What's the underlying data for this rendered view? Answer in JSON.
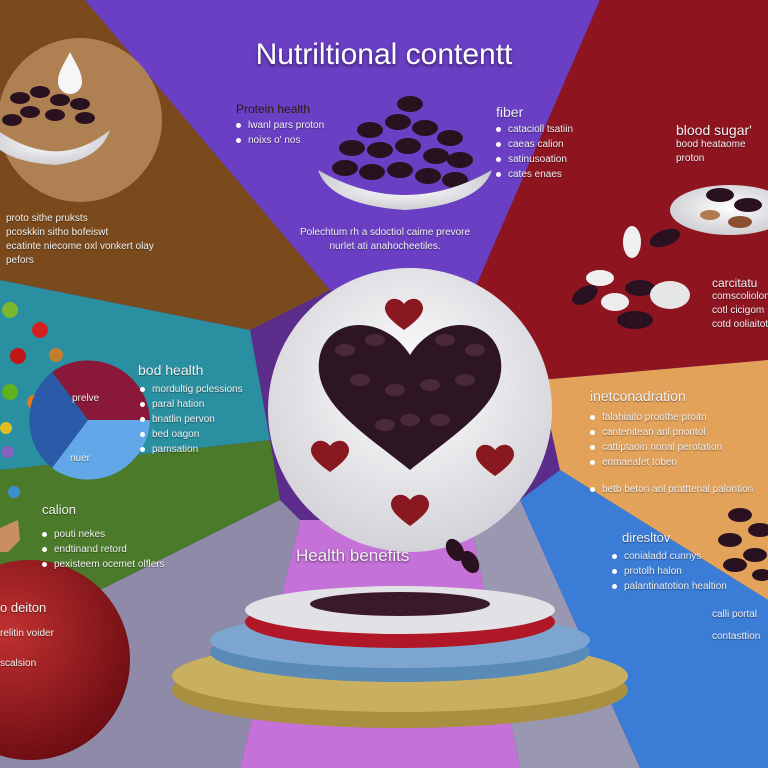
{
  "title": "Nutriltional contentt",
  "health_benefits": "Health benefits",
  "palette": {
    "brown": "#7a4a1c",
    "violet": "#6a3fc4",
    "crimson": "#8e1420",
    "teal": "#2a8fa0",
    "orange": "#e3a25a",
    "green": "#4b7a2a",
    "gray": "#8f8aa8",
    "pink": "#c471d8",
    "blue": "#3a7cd6",
    "bean": "#2a1120"
  },
  "sections": {
    "top_left": {
      "lines": [
        "proto sithe pruksts",
        "pcoskkin sitho bofeiswt",
        "ecatinte niecome oxl vonkert olay",
        "pefors"
      ]
    },
    "protein": {
      "heading": "Protein health",
      "bullets": [
        "lwanl pars proton",
        "noixs o' nos"
      ]
    },
    "fiber": {
      "heading": "fiber",
      "bullets": [
        "catacioll tsatiin",
        "caeas calion",
        "satinusoation",
        "cates enaes"
      ]
    },
    "center_caption": {
      "lines": [
        "Polechtum rh a sdoctiol caime prevore",
        "nurlet ati anahocheetiles."
      ]
    },
    "blood_sugar": {
      "heading": "blood sugar'",
      "lines": [
        "bood heataome",
        "proton"
      ]
    },
    "carb": {
      "heading": "carcitatu",
      "lines": [
        "comscoliolon",
        "cotl cicigom",
        "cotd ooliaitot"
      ]
    },
    "bod_health": {
      "heading": "bod health",
      "bullets": [
        "mordultig pclessions",
        "paral hation",
        "bnatlin pervon",
        "bed oagon",
        "pamsation"
      ]
    },
    "pie": {
      "labels": [
        "prelve",
        "nuer"
      ]
    },
    "calion": {
      "heading": "calion",
      "bullets": [
        "pouti nekes",
        "endtinand retord",
        "pexisteem ocemet olflers"
      ]
    },
    "deiton": {
      "heading": "o deiton",
      "lines": [
        "relitin voider",
        "scalsion"
      ]
    },
    "intersection": {
      "heading": "inetconadration",
      "bullets": [
        "falahiaito proothe proitn",
        "cantenitean anl pnontol",
        "cattiptaoin nonal perotation",
        "enmaeafet toben",
        "betb beton anl pratttenal palontion"
      ]
    },
    "digestive": {
      "heading": "diresltov",
      "bullets": [
        "conialadd cunnys",
        "protolh halon",
        "palantinatotion healtion"
      ],
      "lines": [
        "calli portal",
        "contasttion"
      ]
    }
  }
}
